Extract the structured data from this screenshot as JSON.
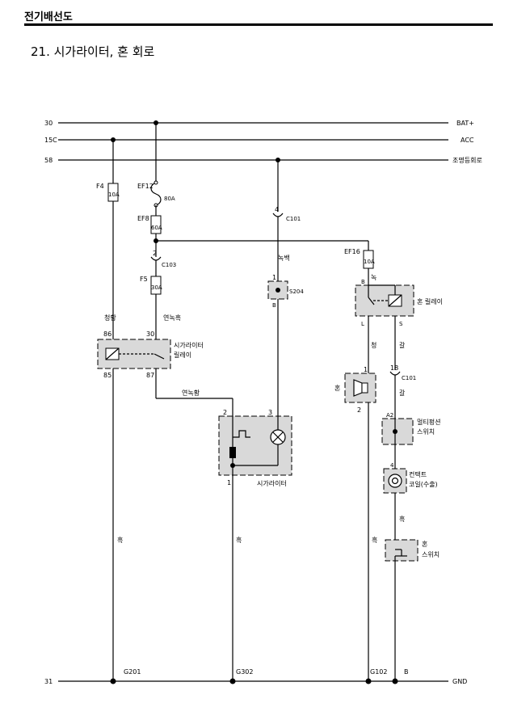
{
  "header": "전기배선도",
  "title": "21. 시가라이터, 혼 회로",
  "bus": {
    "b30": {
      "left": "30",
      "right": "BAT+"
    },
    "b15c": {
      "left": "15C",
      "right": "ACC"
    },
    "b58": {
      "left": "58",
      "right": "조명등회로"
    },
    "b31": {
      "left": "31",
      "right": "GND"
    }
  },
  "fuses": {
    "f4": {
      "name": "F4",
      "rating": "10A"
    },
    "ef12": {
      "name": "EF12",
      "rating": "80A"
    },
    "ef8": {
      "name": "EF8",
      "rating": "60A"
    },
    "f5": {
      "name": "F5",
      "rating": "30A"
    },
    "ef16": {
      "name": "EF16",
      "rating": "10A"
    }
  },
  "connectors": {
    "c101_a": {
      "pin": "4",
      "name": "C101"
    },
    "c103": {
      "pin": "2",
      "name": "C103"
    },
    "s204": {
      "pin": "1",
      "name": "S204",
      "sub": "B"
    },
    "c101_b": {
      "pin": "18",
      "name": "C101"
    }
  },
  "wires": {
    "chung_hwang": "청황",
    "yeon_nok_heuk": "연녹흑",
    "yeon_nok_hwang": "연녹황",
    "nok_baek": "녹백",
    "nok": "녹",
    "chung": "청",
    "gal_1": "갈",
    "gal_2": "갈",
    "heuk_1": "흑",
    "heuk_2": "흑",
    "heuk_3": "흑",
    "heuk_4": "흑"
  },
  "cig_relay": {
    "label_1": "시가라이터",
    "label_2": "릴레이",
    "pin86": "86",
    "pin30": "30",
    "pin85": "85",
    "pin87": "87"
  },
  "cig_lighter": {
    "label": "시가라이터",
    "pin2": "2",
    "pin3": "3",
    "pin1": "1"
  },
  "horn_relay": {
    "label": "혼 릴레이",
    "pinB_top": "B",
    "pinL": "L",
    "pinS": "S"
  },
  "horn": {
    "label": "혼",
    "pin1": "1",
    "pin2": "2"
  },
  "multifunction_switch": {
    "pin": "A2",
    "label_1": "멀티펑션",
    "label_2": "스위치"
  },
  "contact_coil": {
    "pin": "4",
    "label_1": "컨택트",
    "label_2": "코일(수출)"
  },
  "horn_switch": {
    "label_1": "혼",
    "label_2": "스위치"
  },
  "grounds": {
    "g201": "G201",
    "g302": "G302",
    "g102": "G102",
    "b": "B"
  }
}
